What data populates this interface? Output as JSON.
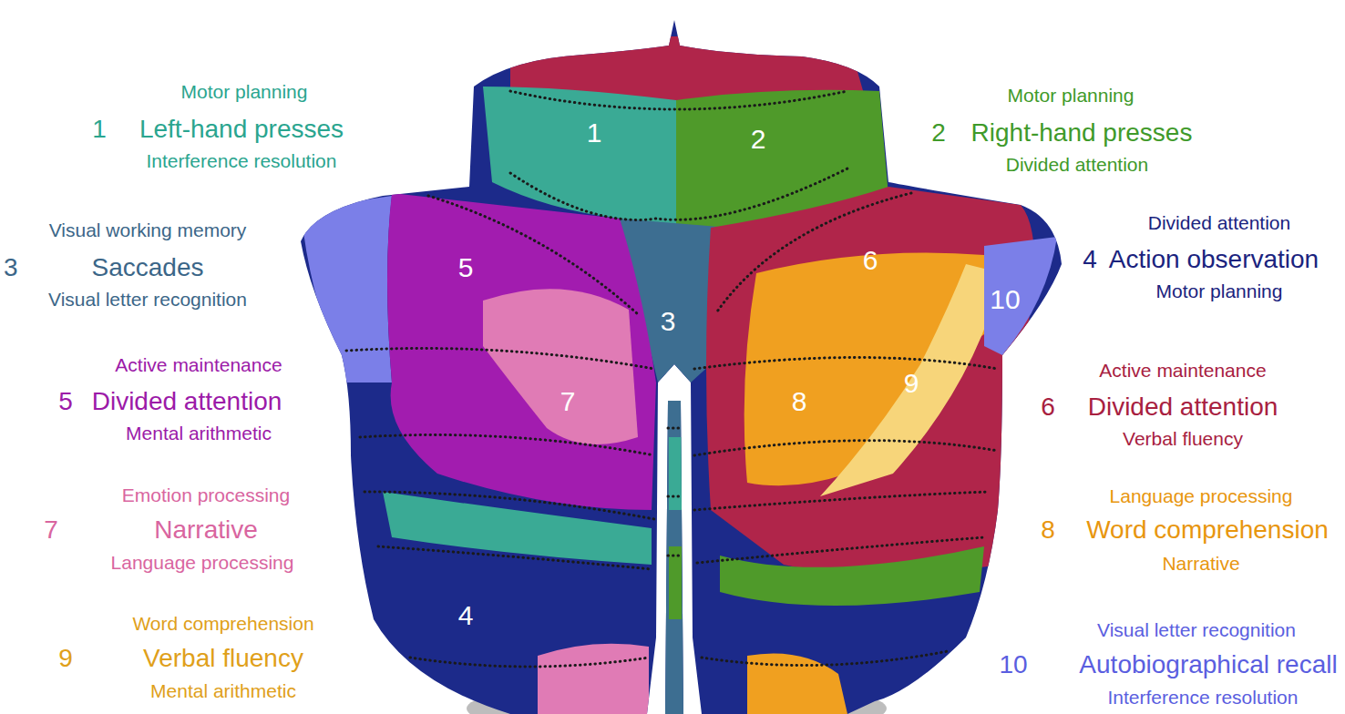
{
  "diagram": {
    "labels": [
      "Motor planning",
      "1",
      "Left-hand presses",
      "Interference resolution",
      "Motor planning",
      "2",
      "Right-hand presses",
      "Divided attention",
      "1",
      "2",
      "Visual working memory",
      "3",
      "Saccades",
      "Visual letter recognition",
      "Divided attention",
      "4",
      "Action observation",
      "Motor planning",
      "5",
      "6",
      "10",
      "3",
      "Active maintenance",
      "5",
      "Divided attention",
      "Mental arithmetic",
      "Active maintenance",
      "6",
      "Divided attention",
      "Verbal fluency",
      "7",
      "8",
      "9",
      "Emotion processing",
      "7",
      "Narrative",
      "Language processing",
      "Language processing",
      "8",
      "Word comprehension",
      "Narrative",
      "4",
      "Word comprehension",
      "9",
      "Verbal fluency",
      "Mental arithmetic",
      "Visual letter recognition",
      "10",
      "Autobiographical recall",
      "Interference resolution"
    ]
  }
}
